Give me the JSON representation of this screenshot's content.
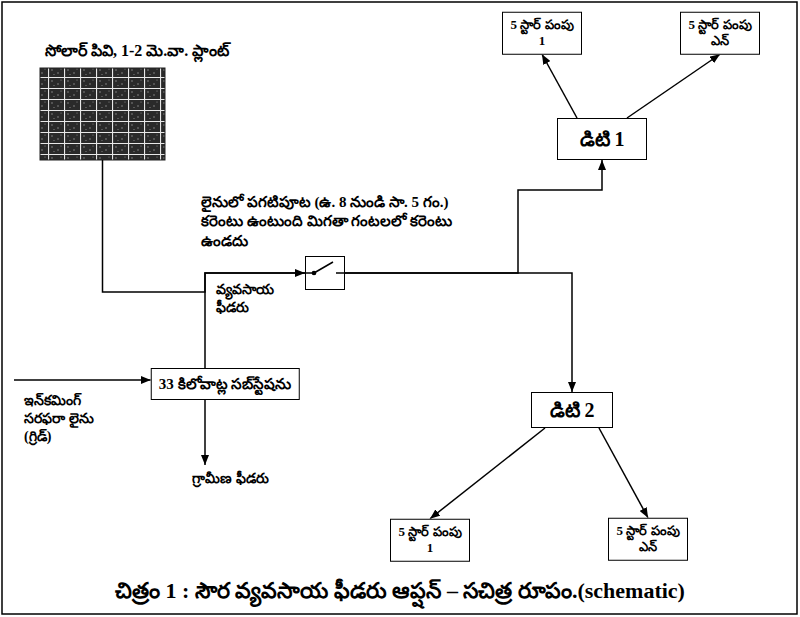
{
  "diagram": {
    "caption": "చిత్రం 1 : సౌర వ్యవసాయ ఫీడరు ఆప్షన్ – సచిత్ర రూపం.(schematic)",
    "nodes": [
      {
        "text": [
          "5 స్టార్ పంపు 1"
        ]
      },
      {
        "text": [
          "5 స్టార్ పంపు ఎన్"
        ]
      },
      {
        "text": [
          "సోలార్ పివి, 1-2 మె.వా. ప్లాంట్"
        ]
      },
      {
        "text": [
          "డిటి 1"
        ]
      },
      {
        "text": [
          "లైనులో పగటిపూట (ఉ. 8 నుండి సా. 5 గం.) కరెంటు ఉంటుంది మిగతా గంటలలో కరెంటు ఉండదు"
        ]
      },
      {
        "text": [
          "33 కిలోవాట్ల సబ్‌స్టేషను"
        ]
      },
      {
        "text": [
          "డిటి 2"
        ]
      },
      {
        "text": [
          "5 స్టార్ పంపు 1"
        ]
      },
      {
        "text": [
          "5 స్టార్ పంపు ఎన్"
        ]
      }
    ],
    "edges": [
      {
        "from": 2,
        "to": 4,
        "arrow": "to"
      },
      {
        "from": 5,
        "to": 4,
        "label": "వ్యవసాయ ఫీడరు",
        "arrow": "none"
      },
      {
        "from": 4,
        "to": 3,
        "arrow": "to"
      },
      {
        "from": 4,
        "to": 6,
        "arrow": "to"
      },
      {
        "from": 3,
        "to": 0,
        "arrow": "to"
      },
      {
        "from": 3,
        "to": 1,
        "arrow": "to"
      },
      {
        "from": 6,
        "to": 7,
        "arrow": "to"
      },
      {
        "from": 6,
        "to": 8,
        "arrow": "to"
      }
    ],
    "labels": [
      "ఇన్‌కమింగ్ సరఫరా లైను (గ్రిడ్)",
      "గ్రామీణ ఫీడరు"
    ]
  }
}
